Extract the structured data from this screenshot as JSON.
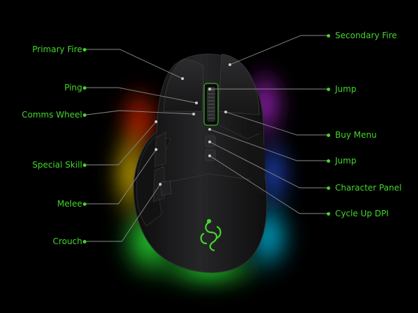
{
  "colors": {
    "accent": "#44d62c",
    "background": "#000000",
    "leader": "#8a8a8a",
    "mouse_body": "#1b1b1c"
  },
  "product": {
    "icon": "razer-snake-logo-icon"
  },
  "callouts_left": [
    {
      "label": "Primary Fire"
    },
    {
      "label": "Ping"
    },
    {
      "label": "Comms Wheel"
    },
    {
      "label": "Special Skill"
    },
    {
      "label": "Melee"
    },
    {
      "label": "Crouch"
    }
  ],
  "callouts_right": [
    {
      "label": "Secondary Fire"
    },
    {
      "label": "Jump"
    },
    {
      "label": "Buy Menu"
    },
    {
      "label": "Jump"
    },
    {
      "label": "Character Panel"
    },
    {
      "label": "Cycle Up DPI"
    }
  ]
}
